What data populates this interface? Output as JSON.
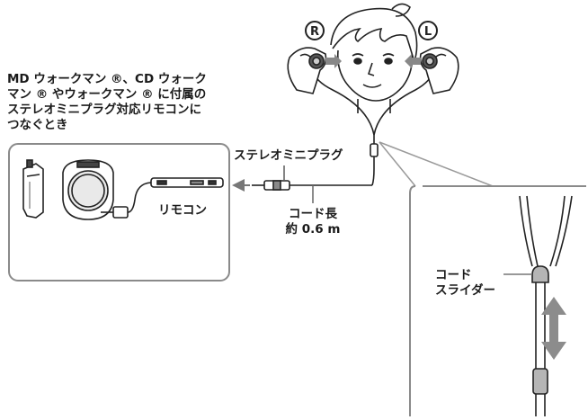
{
  "caption_lines": [
    "MD ウォークマン ®、CD ウォーク",
    "マン ® やウォークマン ® に付属の",
    "ステレオミニプラグ対応リモコンに",
    "つなぐとき"
  ],
  "labels": {
    "right_ear": "R",
    "left_ear": "L",
    "stereo_plug": "ステレオミニプラグ",
    "remote": "リモコン",
    "cord_length_line1": "コード長",
    "cord_length_line2": "約 0.6 m",
    "slider_line1": "コード",
    "slider_line2": "スライダー"
  },
  "icons": [
    "md-walkman-icon",
    "cd-walkman-icon",
    "remote-control-icon",
    "stereo-mini-plug-icon",
    "earphone-icon",
    "cord-slider-icon",
    "double-arrow-icon"
  ]
}
